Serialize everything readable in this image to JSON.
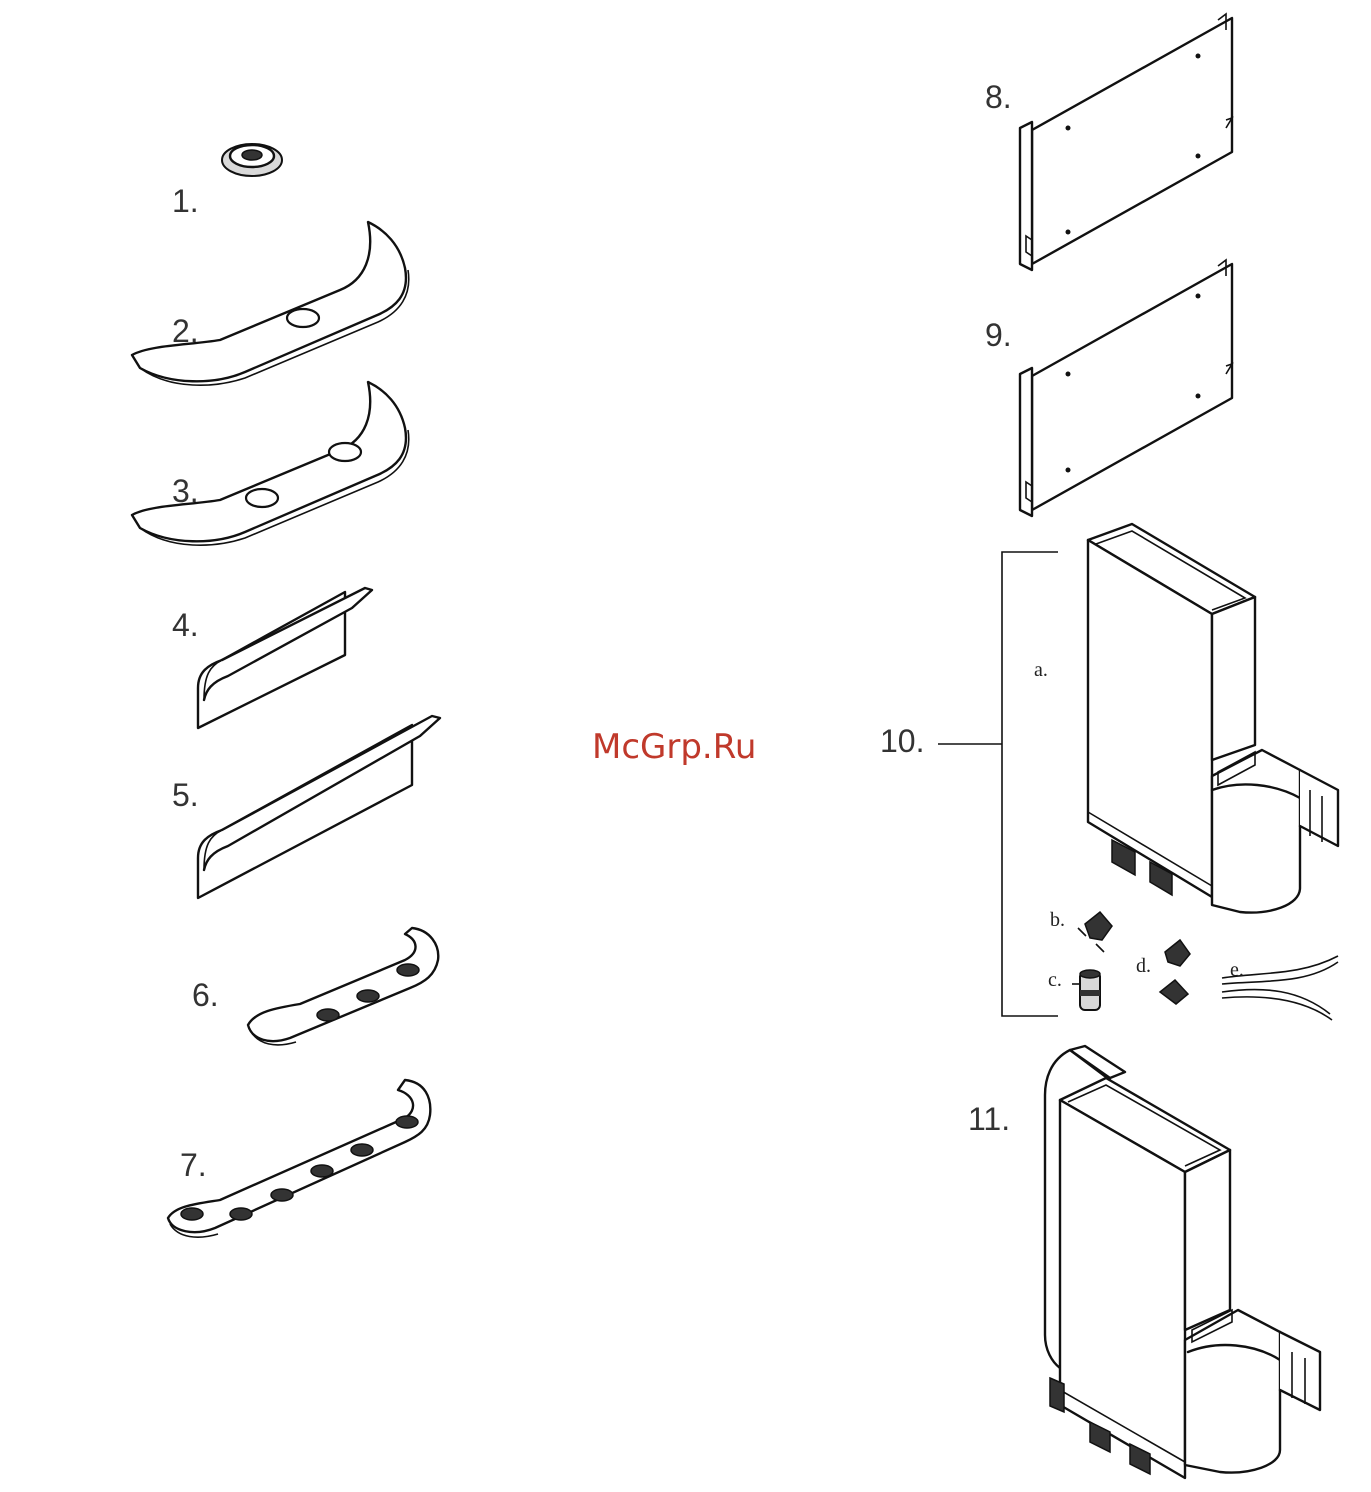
{
  "watermark": {
    "text": "McGrp.Ru",
    "color": "#c0392b"
  },
  "parts": [
    {
      "id": "1",
      "label": "1."
    },
    {
      "id": "2",
      "label": "2."
    },
    {
      "id": "3",
      "label": "3."
    },
    {
      "id": "4",
      "label": "4."
    },
    {
      "id": "5",
      "label": "5."
    },
    {
      "id": "6",
      "label": "6."
    },
    {
      "id": "7",
      "label": "7."
    },
    {
      "id": "8",
      "label": "8."
    },
    {
      "id": "9",
      "label": "9."
    },
    {
      "id": "10",
      "label": "10."
    },
    {
      "id": "11",
      "label": "11."
    }
  ],
  "subparts": [
    {
      "id": "a",
      "label": "a."
    },
    {
      "id": "b",
      "label": "b."
    },
    {
      "id": "c",
      "label": "c."
    },
    {
      "id": "d",
      "label": "d."
    },
    {
      "id": "e",
      "label": "e."
    }
  ]
}
